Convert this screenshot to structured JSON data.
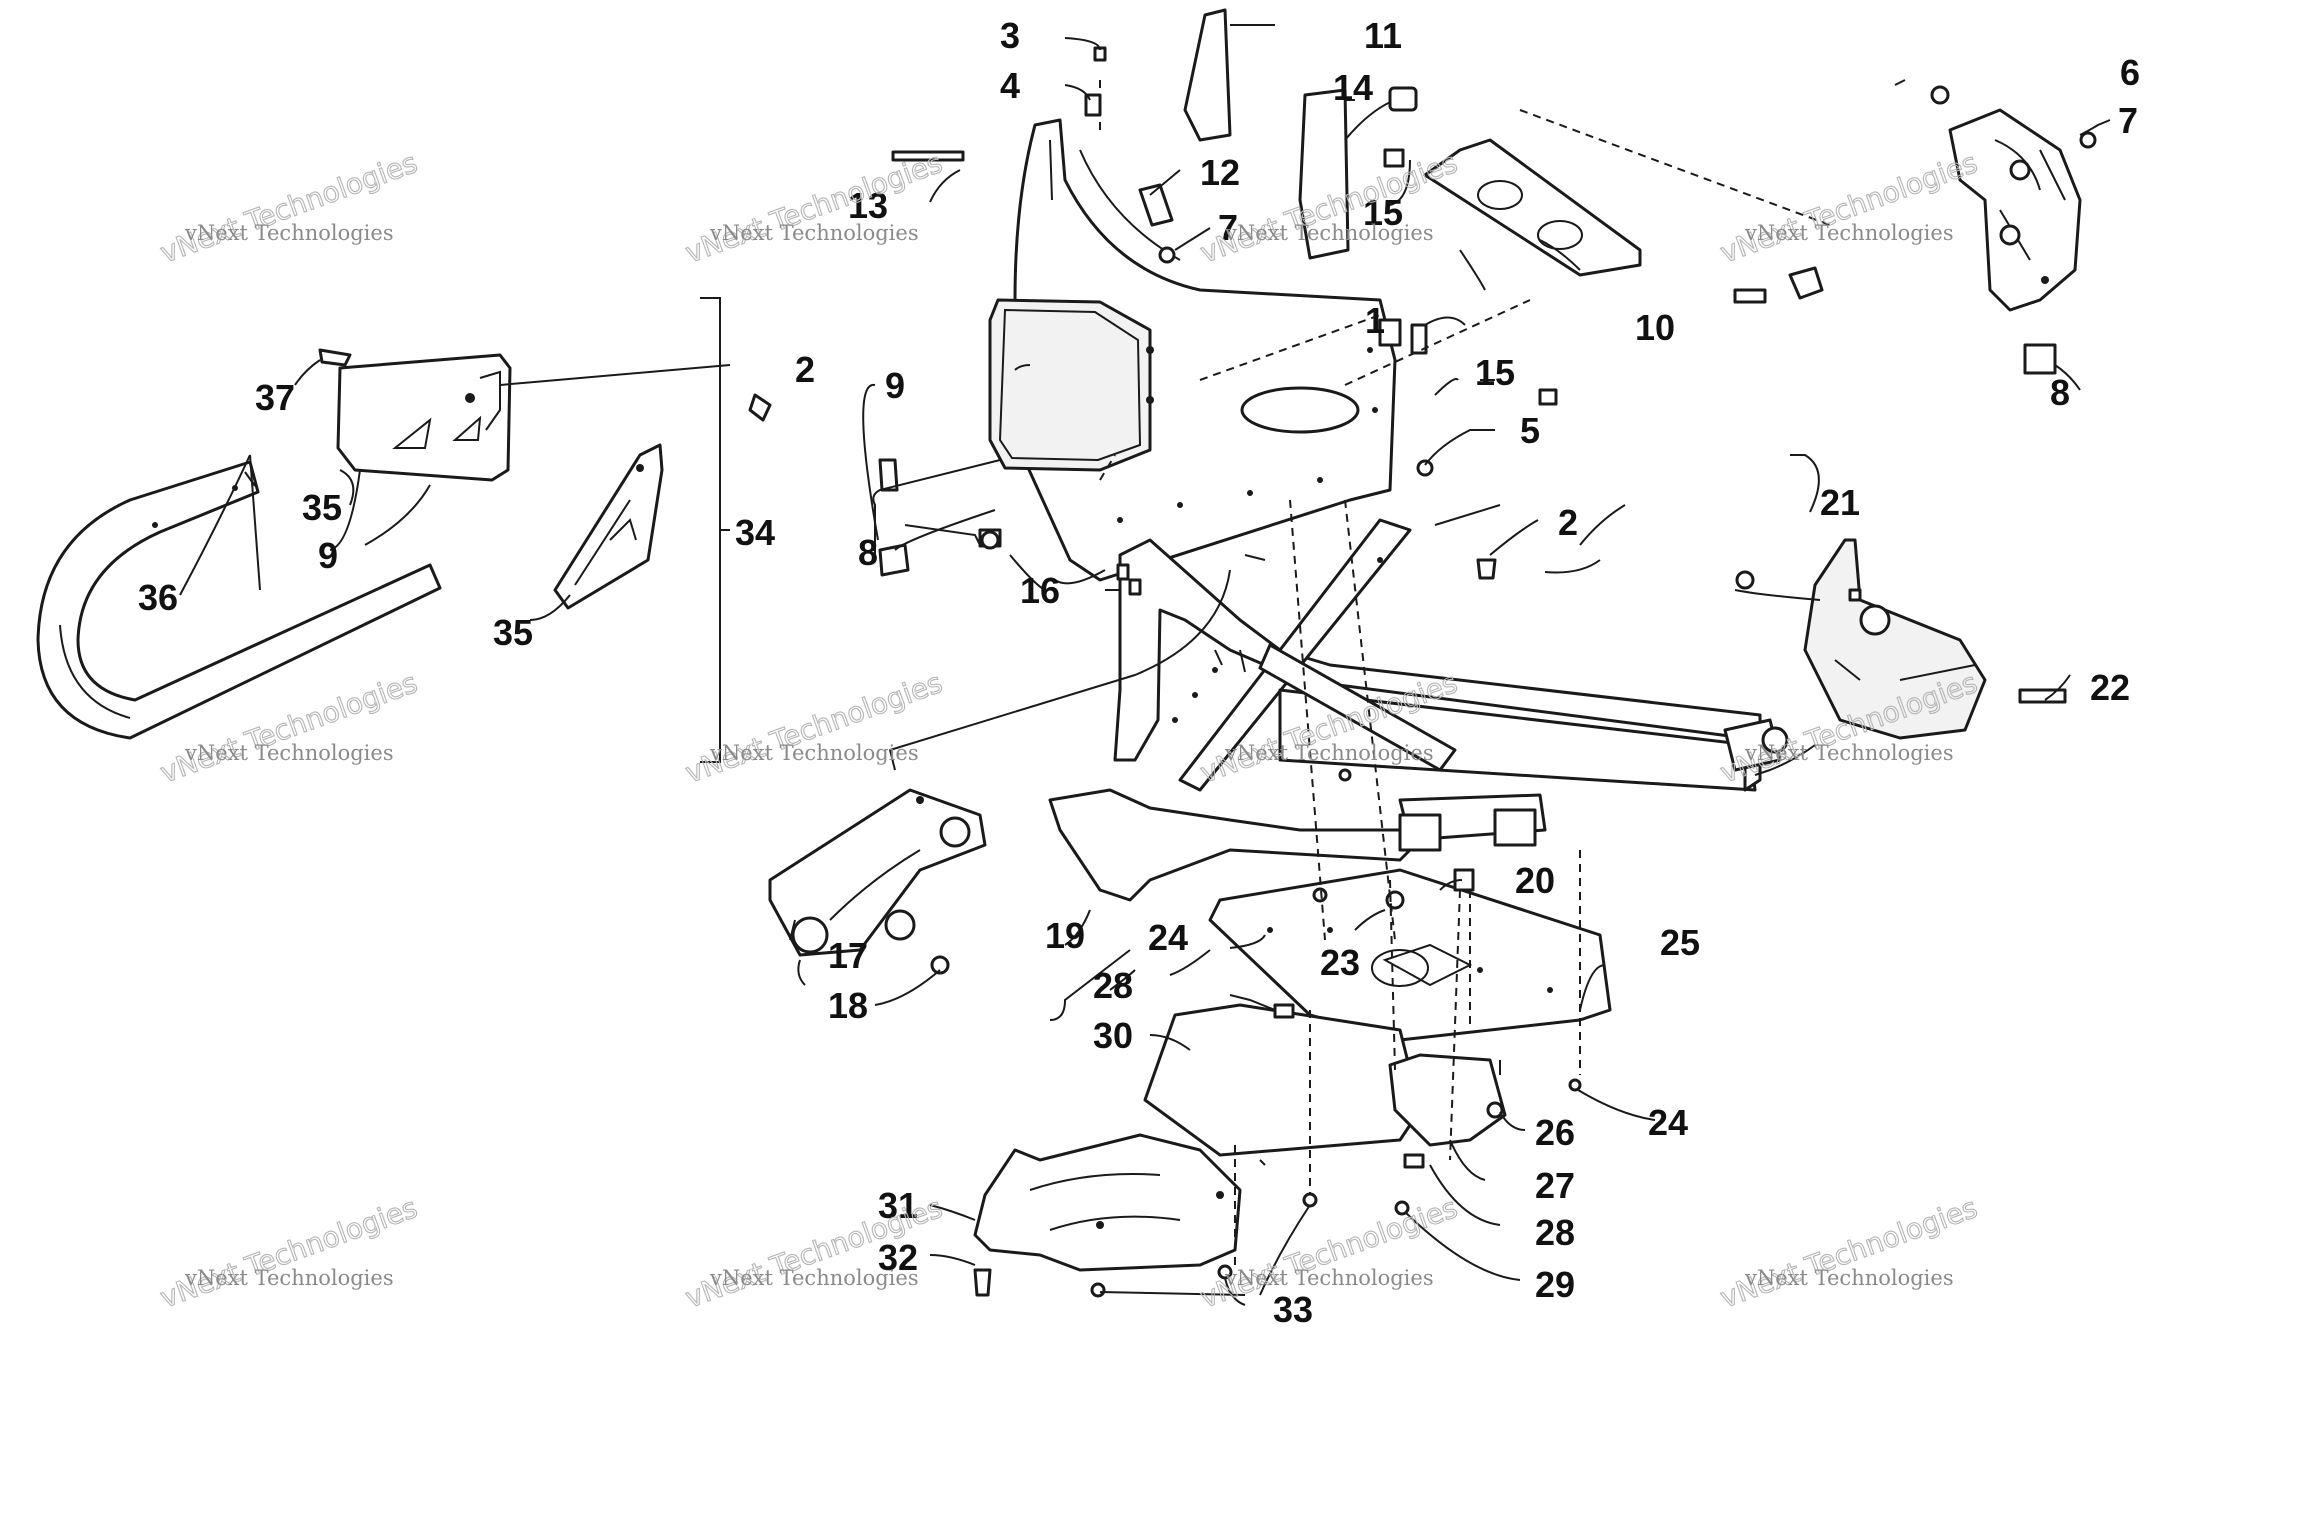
{
  "callouts": [
    "1",
    "2",
    "2",
    "3",
    "4",
    "5",
    "6",
    "7",
    "7",
    "8",
    "8",
    "9",
    "9",
    "10",
    "11",
    "12",
    "13",
    "14",
    "15",
    "15",
    "16",
    "17",
    "18",
    "19",
    "20",
    "21",
    "22",
    "23",
    "24",
    "24",
    "25",
    "26",
    "27",
    "28",
    "28",
    "29",
    "30",
    "31",
    "32",
    "33",
    "34",
    "35",
    "35",
    "36",
    "37"
  ],
  "watermark": {
    "line1": "vNext Technologies",
    "line2": "vNext Technologies"
  }
}
